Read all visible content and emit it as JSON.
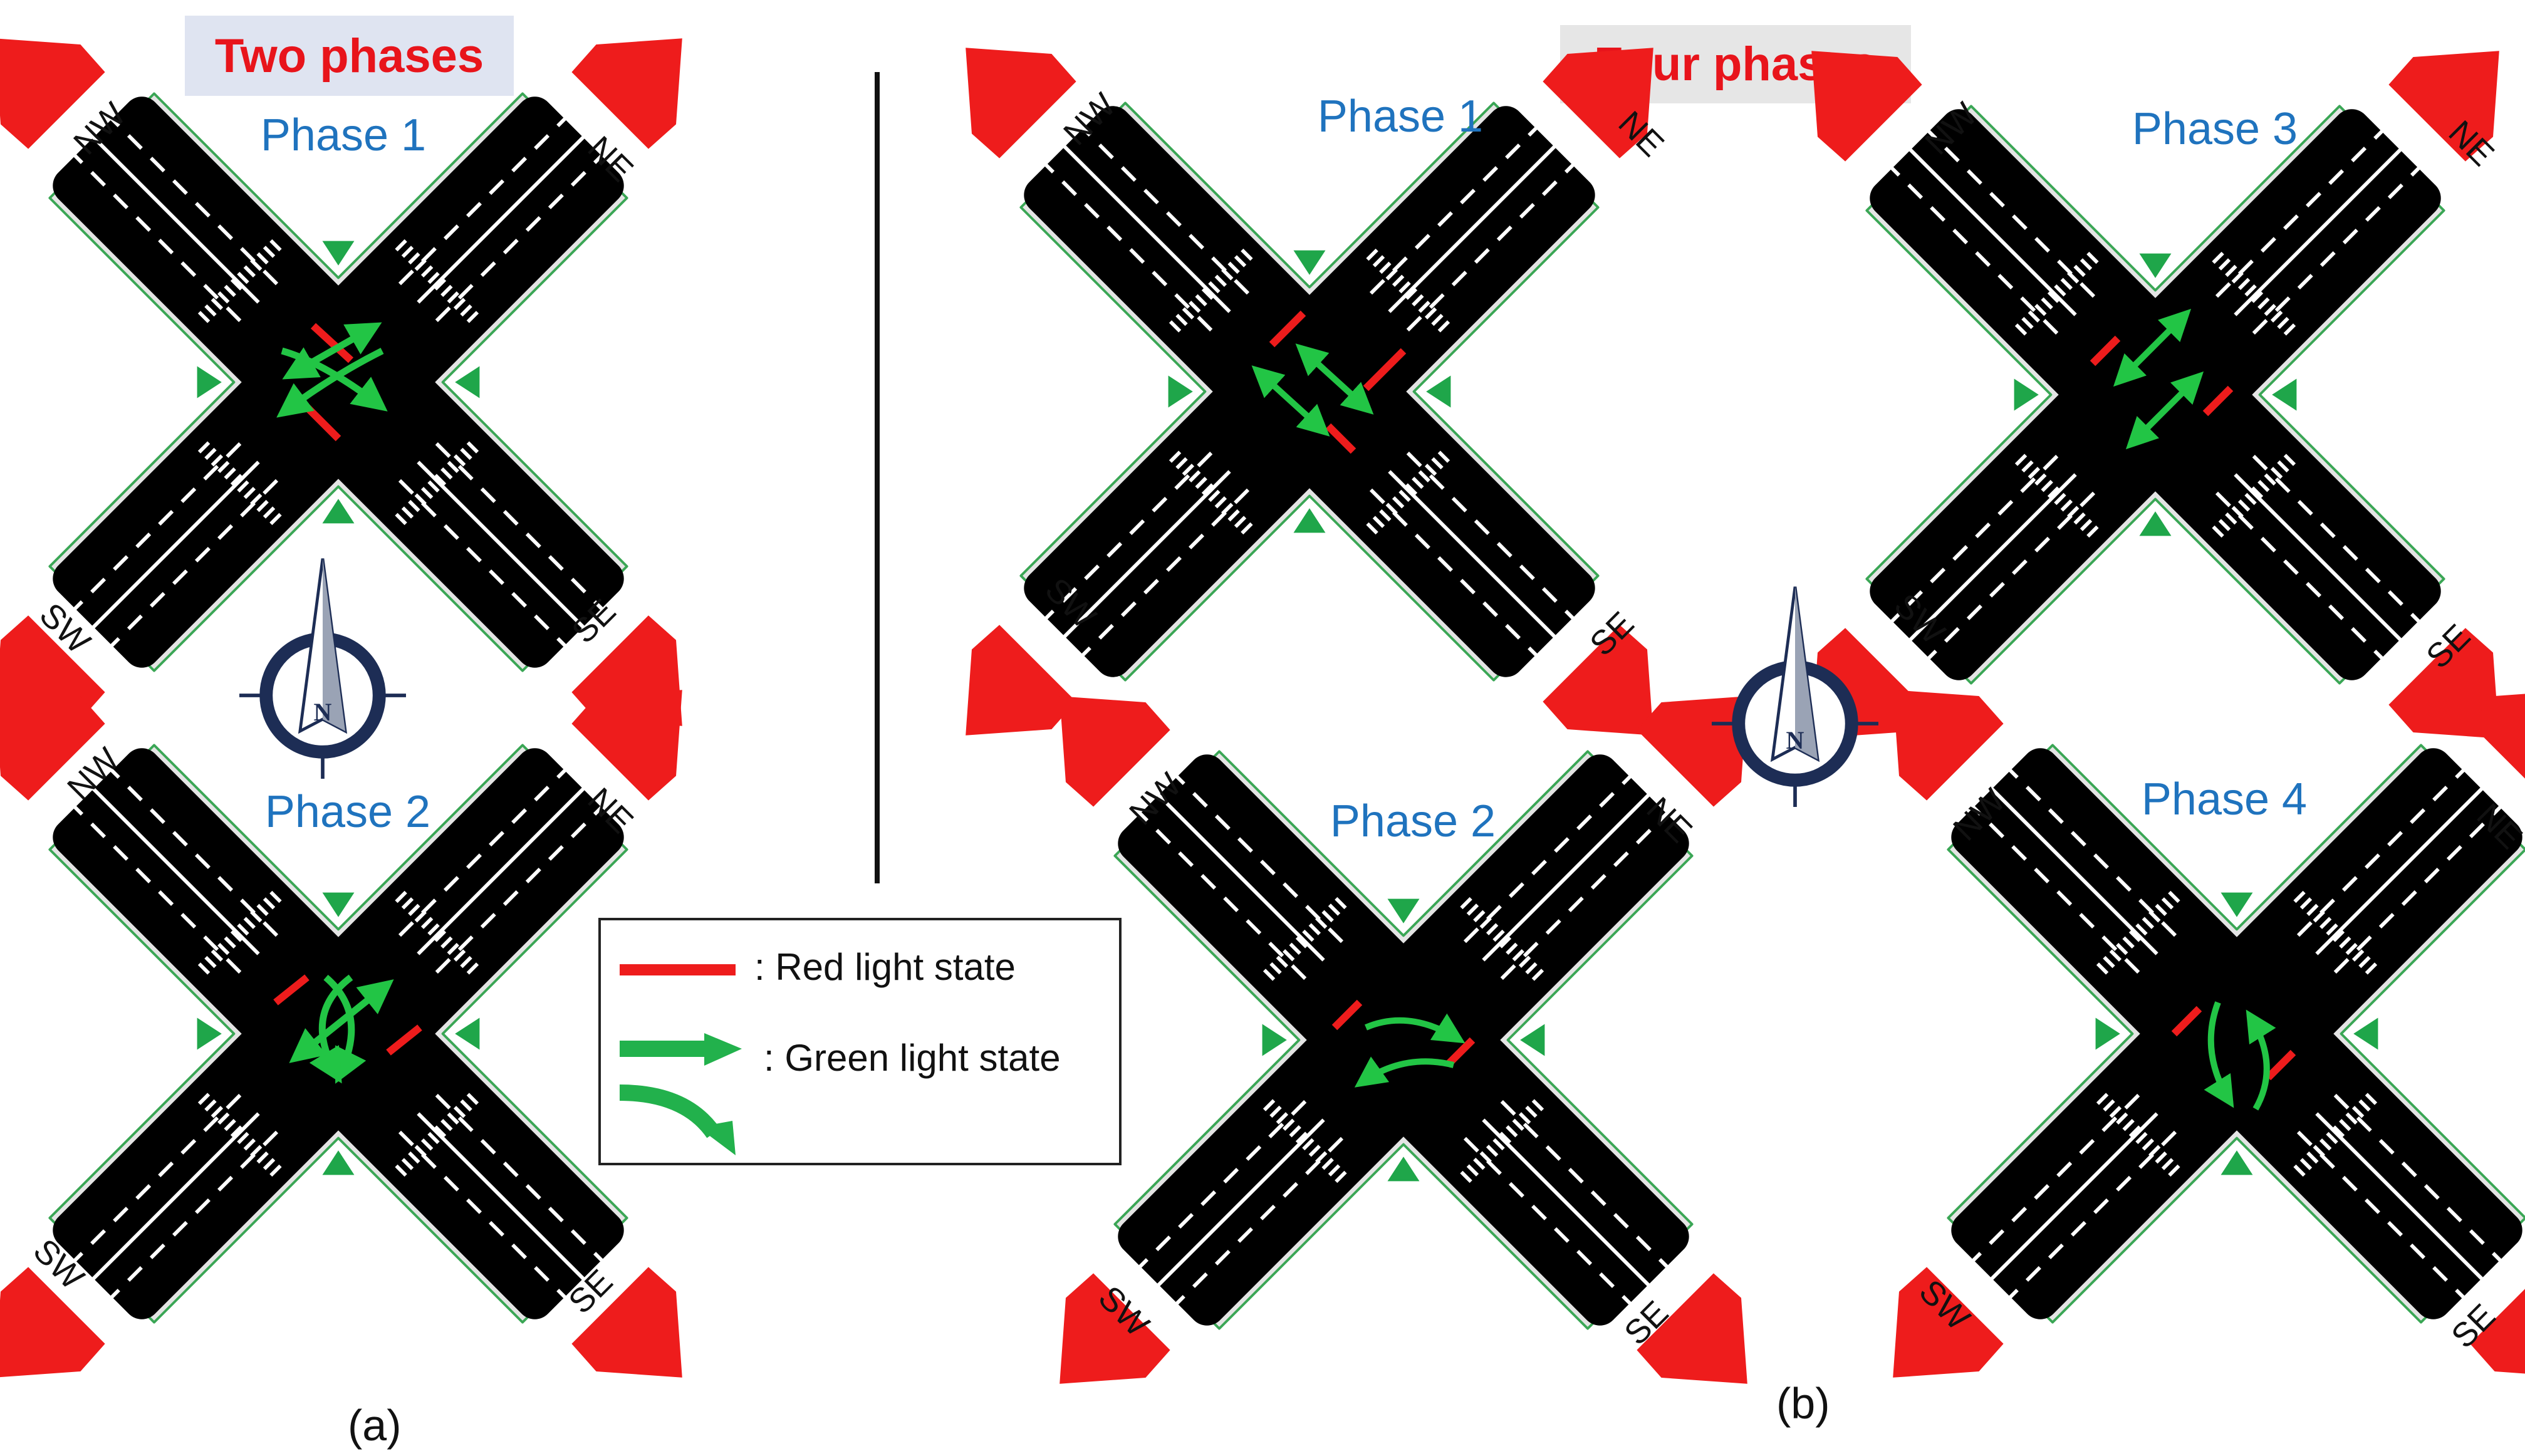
{
  "panel_a": {
    "title": "Two phases",
    "caption": "(a)",
    "intersections": [
      {
        "phase": "Phase 1",
        "directions": {
          "nw": "NW",
          "ne": "NE",
          "sw": "SW",
          "se": "SE"
        }
      },
      {
        "phase": "Phase 2",
        "directions": {
          "nw": "NW",
          "ne": "NE",
          "sw": "SW",
          "se": "SE"
        }
      }
    ]
  },
  "panel_b": {
    "title": "Four phases",
    "caption": "(b)",
    "intersections": [
      {
        "phase": "Phase 1",
        "directions": {
          "nw": "NW",
          "ne": "NE",
          "sw": "SW",
          "se": "SE"
        }
      },
      {
        "phase": "Phase 3",
        "directions": {
          "nw": "NW",
          "ne": "NE",
          "sw": "SW",
          "se": "SE"
        }
      },
      {
        "phase": "Phase 2",
        "directions": {
          "nw": "NW",
          "ne": "NE",
          "sw": "SW",
          "se": "SE"
        }
      },
      {
        "phase": "Phase 4",
        "directions": {
          "nw": "NW",
          "ne": "NE",
          "sw": "SW",
          "se": "SE"
        }
      }
    ]
  },
  "compass": {
    "letter": "N"
  },
  "legend": {
    "red_label": ": Red light state",
    "green_label": ": Green light state"
  },
  "colors": {
    "red": "#ee1c1c",
    "green": "#22c545",
    "road": "#000000",
    "label_blue": "#1f73be",
    "title_red": "#e8141b"
  }
}
